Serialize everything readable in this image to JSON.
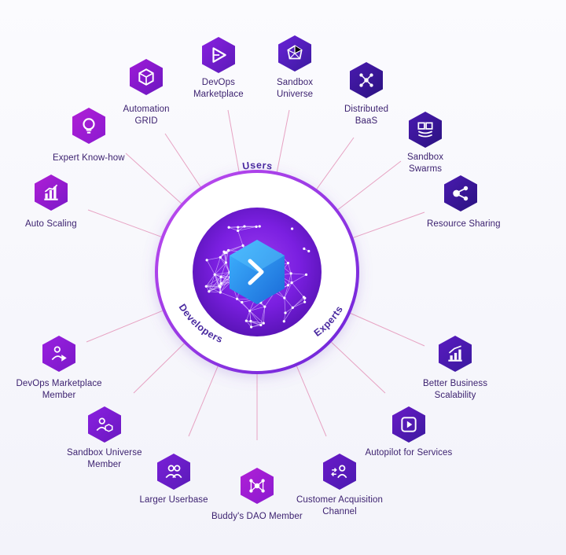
{
  "ring": {
    "users": "Users",
    "developers": "Developers",
    "experts": "Experts"
  },
  "nodes": [
    {
      "key": "auto-scaling",
      "label": [
        "Auto Scaling"
      ],
      "icon": "chart-icon"
    },
    {
      "key": "expert-know-how",
      "label": [
        "Expert Know-how"
      ],
      "icon": "lightbulb-icon"
    },
    {
      "key": "automation-grid",
      "label": [
        "Automation",
        "GRID"
      ],
      "icon": "grid-cube-icon"
    },
    {
      "key": "devops-marketplace",
      "label": [
        "DevOps",
        "Marketplace"
      ],
      "icon": "play-arrow-icon"
    },
    {
      "key": "sandbox-universe",
      "label": [
        "Sandbox",
        "Universe"
      ],
      "icon": "network-polygon-icon"
    },
    {
      "key": "distributed-baas",
      "label": [
        "Distributed",
        "BaaS"
      ],
      "icon": "molecule-icon"
    },
    {
      "key": "sandbox-swarms",
      "label": [
        "Sandbox",
        "Swarms"
      ],
      "icon": "stacked-boxes-icon"
    },
    {
      "key": "resource-sharing",
      "label": [
        "Resource Sharing"
      ],
      "icon": "share-coin-icon"
    },
    {
      "key": "better-business-scalability",
      "label": [
        "Better Business",
        "Scalability"
      ],
      "icon": "growth-chart-icon"
    },
    {
      "key": "autopilot-for-services",
      "label": [
        "Autopilot for Services"
      ],
      "icon": "play-circle-icon"
    },
    {
      "key": "customer-acquisition-channel",
      "label": [
        "Customer Acquisition",
        "Channel"
      ],
      "icon": "user-arrows-icon"
    },
    {
      "key": "buddys-dao-member",
      "label": [
        "Buddy's DAO Member"
      ],
      "icon": "dao-network-icon"
    },
    {
      "key": "larger-userbase",
      "label": [
        "Larger Userbase"
      ],
      "icon": "users-icon"
    },
    {
      "key": "sandbox-universe-member",
      "label": [
        "Sandbox Universe",
        "Member"
      ],
      "icon": "user-cube-icon"
    },
    {
      "key": "devops-marketplace-member",
      "label": [
        "DevOps Marketplace",
        "Member"
      ],
      "icon": "user-play-icon"
    }
  ],
  "colors": {
    "accent_purple": "#8a2be2",
    "magenta": "#b01fd6",
    "indigo": "#3a1a9e",
    "blue": "#2e8ae6",
    "line": "#e7a3c3"
  }
}
